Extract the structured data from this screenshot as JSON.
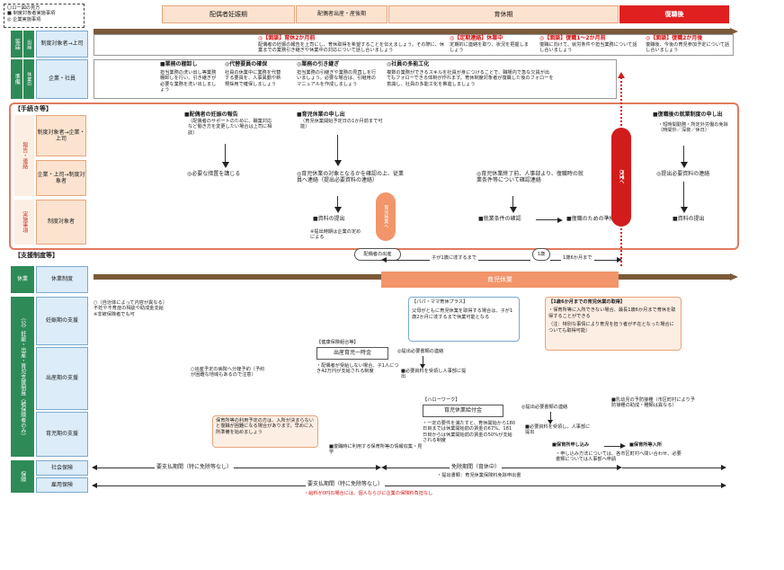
{
  "legend": {
    "items": [
      "〇ロ一図の見方",
      "■ 制度対象者実施事項",
      "◎ 企業実施事項"
    ]
  },
  "phases": {
    "p1": "配偶者妊娠期",
    "p2": "配偶者出産・産後期",
    "p3": "育休期",
    "p4": "復職後"
  },
  "rows": {
    "todoke_side": "等届",
    "todoke_sub": "出届",
    "todoke_label": "制度対象者→上司",
    "junbi_side": "準備",
    "junbi_sub": "休業の",
    "junbi_label": "企業・社員",
    "tetsuzuki": "【手続き等】",
    "houkoku_side": "報告・連絡",
    "houkoku_label1": "制度対象者→企業・上司",
    "houkoku_label2": "企業・上司→制度対象者",
    "jisshi_side": "実施事項",
    "jisshi_label": "制度対象者",
    "shien": "【支援制度等】",
    "kyugyo_side": "休業",
    "kyugyo_label": "休業制度",
    "shien_side": "（公）妊娠・出産・育児支援制度（被保険者のみ）",
    "ninshin_label": "妊娠期の支援",
    "shussan_label": "出産期の支援",
    "ikuji_label": "育児期の支援",
    "hoken_side": "保険",
    "shakai_label": "社会保険",
    "koyo_label": "雇用保険"
  },
  "todoke": {
    "t1": "◎【面談】育休2か月前",
    "t1_note": "配偶者の妊娠の報告を上司にし、育休取得を希望することを伝えましょう。その際に、休業までの業務引き継ぎや休業中の対応について話し合いましょう",
    "t2": "◎【定期連絡】休業中",
    "t2_note": "定期的に連絡を取り、状況を把握しましょう",
    "t3": "◎【面談】復職1～2か月前",
    "t3_note": "復職に向けて、就労条件や担当業務について話し合いましょう",
    "t4": "◎【面談】復職2か月後",
    "t4_note": "復職後、今後の育児参加予定について話し合いましょう"
  },
  "junbi": {
    "j1": "■業務の棚卸し",
    "j1_note": "担当業務の洗い出し等業務棚卸しを行い、引き継ぎが必要な業務を洗い出しましょう",
    "j2": "◎代替要員の確保",
    "j2_note": "社員の休業中に業務を代替する要員を、人事異動や新規採用で確保しましょう",
    "j3": "◎業務の引き継ぎ",
    "j3_note": "担当業務の引継ぎや業務の見直しを行いましょう。必要な場合は、引継用のマニュアルを作成しましょう",
    "j4": "◎社員の多能工化",
    "j4_note": "複数の業務ができるスキルを社員が身につけることで、職場内で急な欠員が出てもフォローできる体制が作れます。育休制度対象者が復職した後のフォローを意識し、社員の多能工化を推進しましょう"
  },
  "houkoku": {
    "h1": "■配偶者の妊娠の報告",
    "h1_note": "（配偶者のサポートのために、職業対応など働き方を変更したい場合は上司に相談）",
    "h2": "■育児休業の申し出",
    "h2_note": "（育児休業開始予定日の1か月前まで可能）",
    "h3": "■復職後の就業制度の申し出",
    "h3_note": "・短時間勤務・所定外労働の免除（時間外／深夜／休日）",
    "k1": "◎必要な措置を講じる",
    "k2": "◎育児休業の対象となるかを確認の上、従業員へ連絡（提出必要資料の連絡）",
    "k3": "◎育児休業終了前、人事部より、復職時の就業条件等について確認連絡",
    "k4": "◎提出必要資料の連絡"
  },
  "jisshi": {
    "s1": "■資料の提出",
    "s1_note": "※提出時期は企業の定めによる",
    "s2": "■就業条件の確認",
    "s3": "■復職のための準備",
    "s4": "■資料の提出"
  },
  "bubbles": {
    "ikukyu": "育児休業へ",
    "fukushoku": "復職へ"
  },
  "timeline": {
    "birth": "配偶者の出産",
    "one": "1歳",
    "span1": "子が1歳に達するまで",
    "span2": "1歳6か月まで",
    "ikuji_kyugyo": "育児休業"
  },
  "callouts": {
    "papa_title": "【パパ・ママ育休プラス】",
    "papa_body": "父母がともに育児休業を取得する場合は、子が1歳2か月に達するまで休業可能となる",
    "one_half_title": "【1歳6か月までの育児休業の取得】",
    "one_half_body": "・保育所等に入所できない場合、最長1歳6か月まで育休を取得することができる",
    "one_half_note": "（注：特別な事情により育児を担う者が不在となった場合についても取得可能）",
    "hoikusho": "保育所等の利用予定の方は、入所が決まらないと復職が困難になる場合があります。早めに入所準備を始めましょう"
  },
  "support": {
    "ninshin_note": "○（自治体によって内容が異なる）不妊や不育症の相談や助成金支給 ※非被保険者でも可",
    "shussan_note": "○出産予定の病院へ分娩予約（予約が困難な地域もあるので注意）",
    "kenko_title": "【健康保険組合等】",
    "ichijikin": "出産育児一時金",
    "ichijikin_note": "・配偶者が受給しない場合、子1人につき42万円が支給される制度",
    "ichijikin_r1": "◎提出必要書類の連絡",
    "ichijikin_r2": "■必要資料を受領し人事部に提出",
    "hellowork": "【ハローワーク】",
    "kyufukin": "育児休業給付金",
    "kyufukin_note": "・一定の要件を満たすと、育休開始から180日目までは休業開始前の賃金の67%、181日目からは休業開始前の賃金の50%が支給される制度",
    "kyufukin_r1": "◎提出必要書類の連絡",
    "kyufukin_r2": "■必要資料を受領し、人事部に提出",
    "ikuji_r1": "■乳幼児の予防接種（市区町村により予防接種の助成・種類は異なる）",
    "hoiku_mk": "■保育所申し込み",
    "hoiku_mk_note": "・申し込み方法については、各市区町村へ問い合わせ、必要書類については人事部へ申請",
    "hoiku_in": "■保育所等入所",
    "info": "■復職時に利用する保育所等の情報収集・見学"
  },
  "hoken": {
    "shakai1": "要支払期間（特に免除等なし）",
    "shakai2": "免除期間（育休中）",
    "shakai2_note": "・提出書類：育児休業保険料免除申出書",
    "koyo1": "要支払期間（特に免除等なし）",
    "koyo_note": "・給料が0円の場合には、個人ならびに企業の保険料負担なし"
  }
}
